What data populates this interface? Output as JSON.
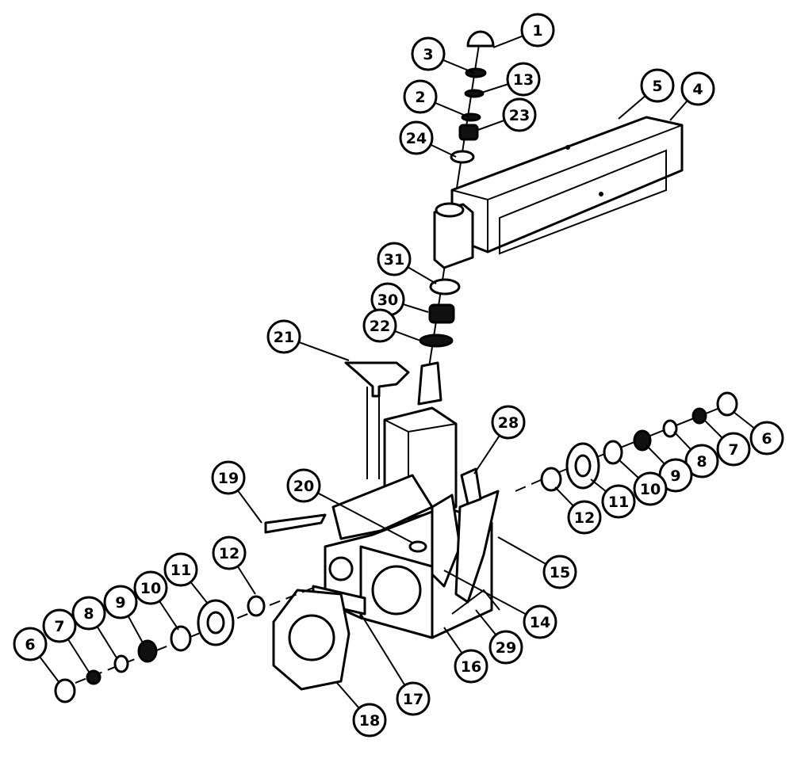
{
  "colors": {
    "ink": "#000000",
    "paper": "#ffffff"
  },
  "callouts": [
    {
      "label": "1"
    },
    {
      "label": "3"
    },
    {
      "label": "13"
    },
    {
      "label": "2"
    },
    {
      "label": "23"
    },
    {
      "label": "24"
    },
    {
      "label": "5"
    },
    {
      "label": "4"
    },
    {
      "label": "31"
    },
    {
      "label": "30"
    },
    {
      "label": "22"
    },
    {
      "label": "21"
    },
    {
      "label": "28"
    },
    {
      "label": "6"
    },
    {
      "label": "7"
    },
    {
      "label": "8"
    },
    {
      "label": "9"
    },
    {
      "label": "10"
    },
    {
      "label": "11"
    },
    {
      "label": "12"
    },
    {
      "label": "19"
    },
    {
      "label": "20"
    },
    {
      "label": "15"
    },
    {
      "label": "14"
    },
    {
      "label": "29"
    },
    {
      "label": "16"
    },
    {
      "label": "17"
    },
    {
      "label": "18"
    },
    {
      "label": "12"
    },
    {
      "label": "11"
    },
    {
      "label": "10"
    },
    {
      "label": "9"
    },
    {
      "label": "8"
    },
    {
      "label": "7"
    },
    {
      "label": "6"
    }
  ]
}
